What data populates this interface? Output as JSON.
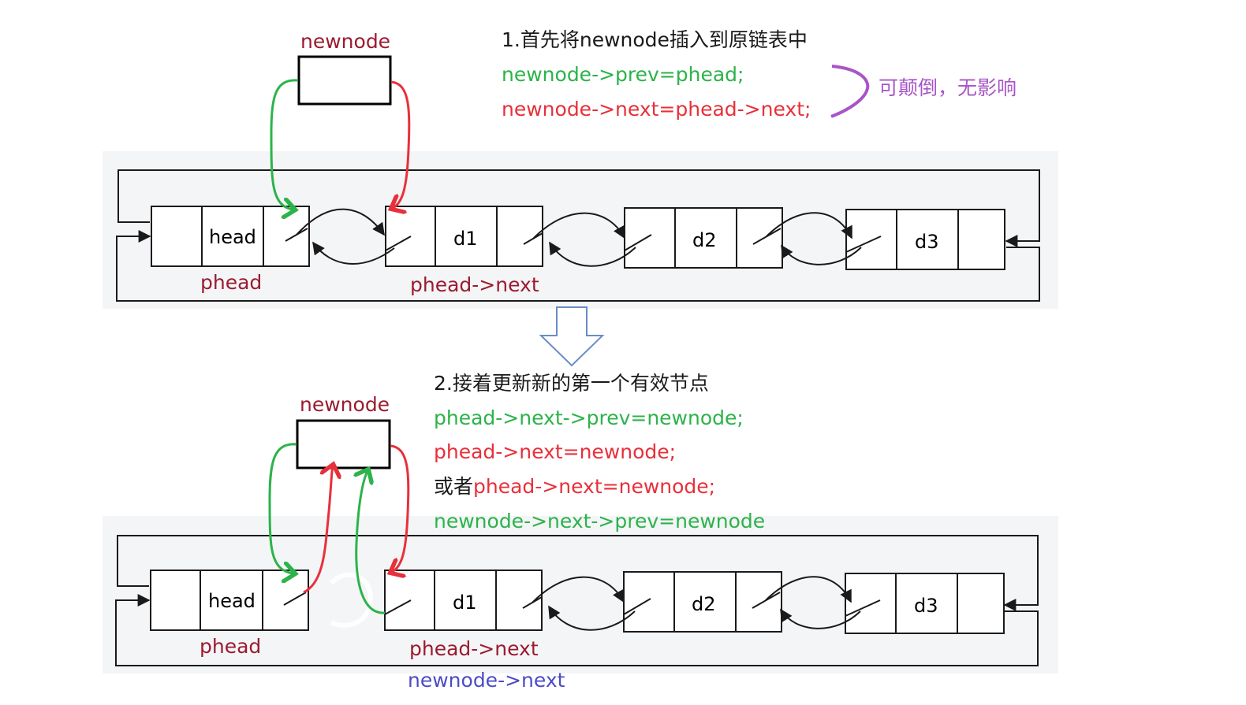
{
  "colors": {
    "label": "#9b1b30",
    "green": "#2cb34a",
    "red": "#e8303a",
    "purple": "#a855c8",
    "blue": "#4b4bc8",
    "black": "#1a1a1a",
    "panel": "#f4f5f7",
    "down_arrow": "#6a8cc7"
  },
  "top": {
    "newnode_label": "newnode",
    "step_title": "1.首先将newnode插入到原链表中",
    "code_line_1": "newnode->prev=phead;",
    "code_line_2": "newnode->next=phead->next;",
    "brace_note": "可颠倒，无影响",
    "nodes": [
      "head",
      "d1",
      "d2",
      "d3"
    ],
    "phead_label": "phead",
    "phead_next_label": "phead->next"
  },
  "bottom": {
    "newnode_label": "newnode",
    "step_title": "2.接着更新新的第一个有效节点",
    "code_line_1": "phead->next->prev=newnode;",
    "code_line_2": "phead->next=newnode;",
    "alt_prefix": "或者",
    "alt_line_1": "phead->next=newnode;",
    "alt_line_2": "newnode->next->prev=newnode",
    "nodes": [
      "head",
      "d1",
      "d2",
      "d3"
    ],
    "phead_label": "phead",
    "phead_next_label": "phead->next",
    "newnode_next_label": "newnode->next"
  }
}
